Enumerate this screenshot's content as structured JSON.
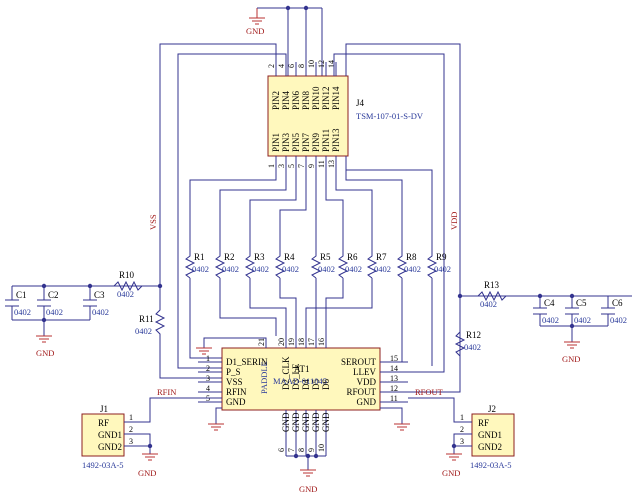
{
  "colors": {
    "wire": "#33338f",
    "component_fill": "#fff8bd",
    "component_border": "#8c1f1f",
    "net_label": "#a01818",
    "value_text": "#2a3a9a"
  },
  "ground_label": "GND",
  "nets": {
    "vss": "VSS",
    "vdd": "VDD",
    "rfin": "RFIN",
    "rfout": "RFOUT"
  },
  "j4": {
    "ref": "J4",
    "part": "TSM-107-01-S-DV",
    "top_pins": [
      {
        "num": "2",
        "label": "PIN2"
      },
      {
        "num": "4",
        "label": "PIN4"
      },
      {
        "num": "6",
        "label": "PIN6"
      },
      {
        "num": "8",
        "label": "PIN8"
      },
      {
        "num": "10",
        "label": "PIN10"
      },
      {
        "num": "12",
        "label": "PIN12"
      },
      {
        "num": "14",
        "label": "PIN14"
      }
    ],
    "bottom_pins": [
      {
        "num": "1",
        "label": "PIN1"
      },
      {
        "num": "3",
        "label": "PIN3"
      },
      {
        "num": "5",
        "label": "PIN5"
      },
      {
        "num": "7",
        "label": "PIN7"
      },
      {
        "num": "9",
        "label": "PIN9"
      },
      {
        "num": "11",
        "label": "PIN11"
      },
      {
        "num": "13",
        "label": "PIN13"
      }
    ]
  },
  "resistor_row": [
    {
      "ref": "R1",
      "value": "0402"
    },
    {
      "ref": "R2",
      "value": "0402"
    },
    {
      "ref": "R3",
      "value": "0402"
    },
    {
      "ref": "R4",
      "value": "0402"
    },
    {
      "ref": "R5",
      "value": "0402"
    },
    {
      "ref": "R6",
      "value": "0402"
    },
    {
      "ref": "R7",
      "value": "0402"
    },
    {
      "ref": "R8",
      "value": "0402"
    },
    {
      "ref": "R9",
      "value": "0402"
    }
  ],
  "other_resistors": {
    "r10": {
      "ref": "R10",
      "value": "0402"
    },
    "r11": {
      "ref": "R11",
      "value": "0402"
    },
    "r12": {
      "ref": "R12",
      "value": "0402"
    },
    "r13": {
      "ref": "R13",
      "value": "0402"
    }
  },
  "capacitors": {
    "c1": {
      "ref": "C1",
      "value": "0402"
    },
    "c2": {
      "ref": "C2",
      "value": "0402"
    },
    "c3": {
      "ref": "C3",
      "value": "0402"
    },
    "c4": {
      "ref": "C4",
      "value": "0402"
    },
    "c5": {
      "ref": "C5",
      "value": "0402"
    },
    "c6": {
      "ref": "C6",
      "value": "0402"
    }
  },
  "at1": {
    "ref": "AT1",
    "part": "MAAD-011045",
    "paddle": "PADDLE",
    "left_pins": [
      {
        "num": "1",
        "label": "D1_SERIN"
      },
      {
        "num": "2",
        "label": "P_S"
      },
      {
        "num": "3",
        "label": "VSS"
      },
      {
        "num": "4",
        "label": "RFIN"
      },
      {
        "num": "5",
        "label": "GND"
      }
    ],
    "right_pins": [
      {
        "num": "15",
        "label": "SEROUT"
      },
      {
        "num": "14",
        "label": "LLEV"
      },
      {
        "num": "13",
        "label": "VDD"
      },
      {
        "num": "12",
        "label": "RFOUT"
      },
      {
        "num": "11",
        "label": "GND"
      }
    ],
    "top_pins": [
      {
        "num": "21",
        "label": ""
      },
      {
        "num": "20",
        "label": "D2_CLK"
      },
      {
        "num": "19",
        "label": "D3_LE"
      },
      {
        "num": "18",
        "label": "D4"
      },
      {
        "num": "17",
        "label": "D5"
      },
      {
        "num": "16",
        "label": "D6"
      }
    ],
    "bottom_pins": [
      {
        "num": "6",
        "label": "GND"
      },
      {
        "num": "7",
        "label": "GND"
      },
      {
        "num": "8",
        "label": "GND"
      },
      {
        "num": "9",
        "label": "GND"
      },
      {
        "num": "10",
        "label": "GND"
      }
    ]
  },
  "j1": {
    "ref": "J1",
    "part": "1492-03A-5",
    "pins": [
      {
        "num": "1",
        "label": "RF"
      },
      {
        "num": "2",
        "label": "GND1"
      },
      {
        "num": "3",
        "label": "GND2"
      }
    ]
  },
  "j2": {
    "ref": "J2",
    "part": "1492-03A-5",
    "pins": [
      {
        "num": "1",
        "label": "RF"
      },
      {
        "num": "2",
        "label": "GND1"
      },
      {
        "num": "3",
        "label": "GND2"
      }
    ]
  }
}
